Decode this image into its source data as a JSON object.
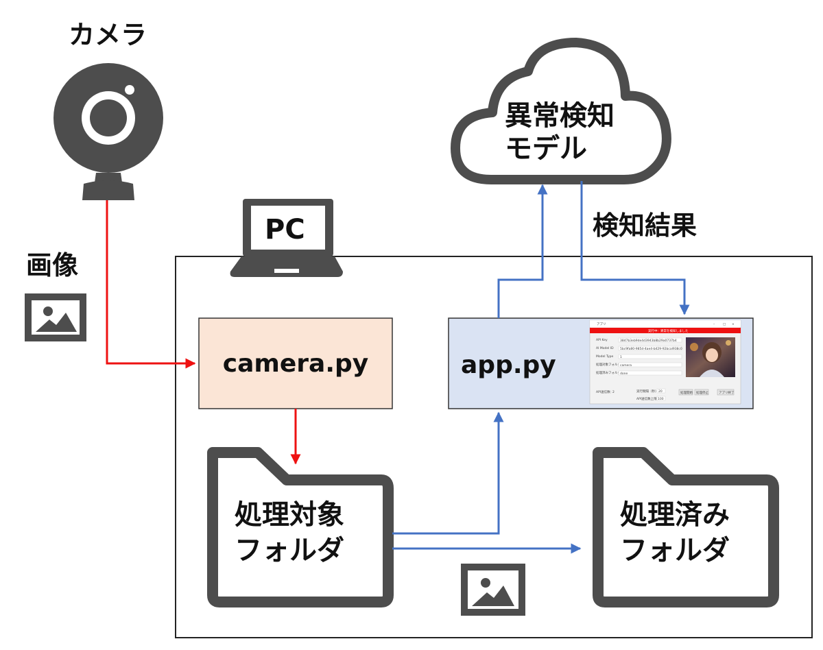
{
  "labels": {
    "camera": "カメラ",
    "image": "画像",
    "pc": "PC",
    "cloud_line1": "異常検知",
    "cloud_line2": "モデル",
    "result": "検知結果",
    "camera_py": "camera.py",
    "app_py": "app.py",
    "target_folder_line1": "処理対象",
    "target_folder_line2": "フォルダ",
    "done_folder_line1": "処理済み",
    "done_folder_line2": "フォルダ"
  },
  "app_window": {
    "title": "アプリ",
    "banner": "実行中：異常を検知しました",
    "fields": [
      {
        "label": "API Key",
        "value": "3847b3eb9de4d3943b8b29a0737b4"
      },
      {
        "label": "AI Model ID",
        "value": "5bc9fa80-985d-4ae4-b429-92bcal938c0"
      },
      {
        "label": "Model Type",
        "value": "1"
      },
      {
        "label": "処理対象フォルダ",
        "value": "camera"
      },
      {
        "label": "処理済みフォルダ",
        "value": "done"
      }
    ],
    "api_count_label": "API送信数：",
    "api_count_value": "2",
    "interval_label": "実行間隔（秒）",
    "interval_value": "20",
    "limit_label": "API送信数上限",
    "limit_value": "100",
    "start_button": "処理開始",
    "stop_button": "処理停止",
    "exit_button": "アプリ終了"
  },
  "colors": {
    "icon_gray": "#4d4d4d",
    "red_flow": "#ee1111",
    "blue_flow": "#4472c4",
    "camera_box": "#fbe5d6",
    "app_box": "#dae3f3",
    "banner_red": "#ee1111"
  },
  "icons": [
    "webcam-icon",
    "image-icon",
    "laptop-icon",
    "cloud-icon",
    "folder-icon"
  ]
}
